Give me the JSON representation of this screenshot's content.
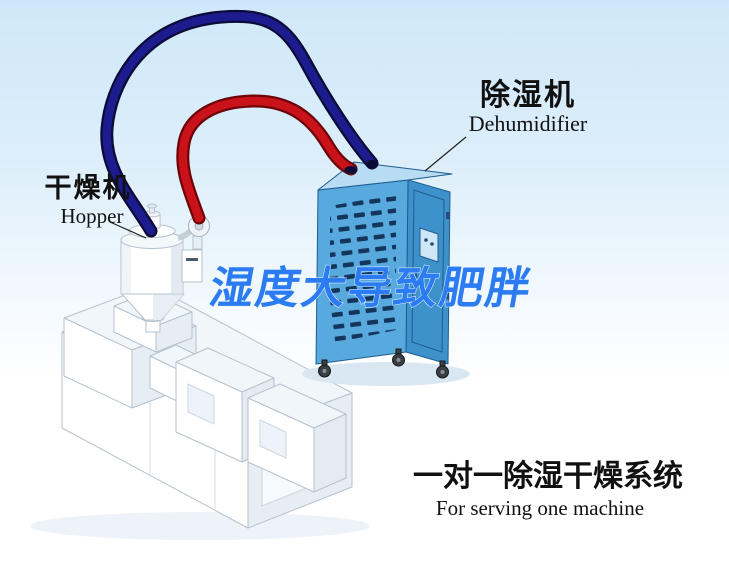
{
  "labels": {
    "hopper": {
      "zh": "干燥机",
      "en": "Hopper"
    },
    "dehumidifier": {
      "zh": "除湿机",
      "en": "Dehumidifier"
    }
  },
  "watermark": {
    "text": "湿度大导致肥胖"
  },
  "caption": {
    "zh": "一对一除湿干燥系统",
    "en": "For serving one machine"
  },
  "colors": {
    "text": "#111111",
    "watermark_blue": "#2b7bf3",
    "pipe_red": "#c9121a",
    "pipe_red_outline": "#6e0308",
    "pipe_navy": "#1c1c8f",
    "pipe_navy_outline": "#0b0b38",
    "cabinet_front": "#57a9de",
    "cabinet_side": "#3e92cb",
    "cabinet_top": "#b7dcf3",
    "cabinet_line": "#1f5c8f",
    "vent_slot": "#14365c",
    "machine_fill": "#ffffff",
    "machine_top": "#f1f6fa",
    "machine_side": "#e6edf3",
    "machine_line": "#b5c2cd",
    "shadow": "#d9e7f2"
  }
}
